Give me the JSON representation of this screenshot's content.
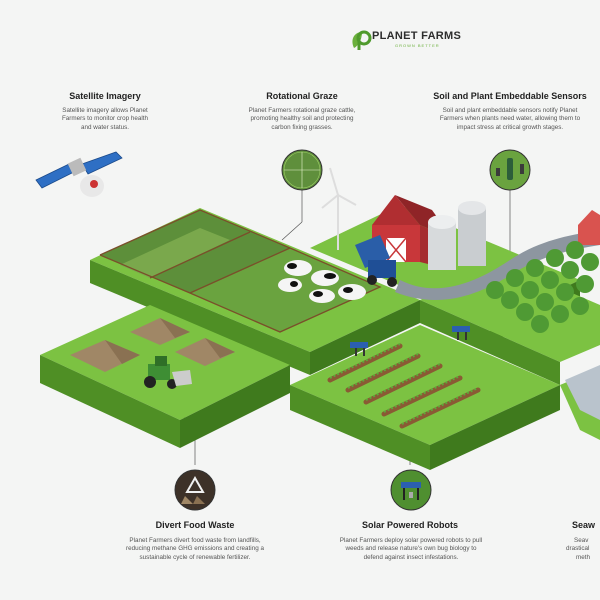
{
  "brand": {
    "name": "PLANET FARMS",
    "tagline": "GROWN BETTER",
    "color": "#6bb03c"
  },
  "features": {
    "satellite": {
      "title": "Satellite Imagery",
      "line1": "Satellite imagery allows Planet",
      "line2": "Farmers to monitor crop health",
      "line3": "and water status."
    },
    "graze": {
      "title": "Rotational Graze",
      "line1": "Planet Farmers rotational graze cattle,",
      "line2": "promoting healthy soil and protecting",
      "line3": "carbon fixing grasses."
    },
    "sensors": {
      "title": "Soil and Plant Embeddable Sensors",
      "line1": "Soil and plant embeddable sensors notify Planet",
      "line2": "Farmers when plants need water, allowing them to",
      "line3": "impact stress at critical growth stages."
    },
    "waste": {
      "title": "Divert Food Waste",
      "line1": "Planet Farmers divert food waste from landfills,",
      "line2": "reducing methane GHG emissions and creating a",
      "line3": "sustainable cycle of renewable fertilizer."
    },
    "robots": {
      "title": "Solar Powered Robots",
      "line1": "Planet Farmers deploy solar powered robots to pull",
      "line2": "weeds and release nature's own bug biology to",
      "line3": "defend against insect infestations."
    },
    "seaweed": {
      "title": "Seaw",
      "line1": "Seav",
      "line2": "drastical",
      "line3": "meth"
    }
  },
  "icons": {
    "logo": "leaf-p-logo-icon",
    "satellite": "satellite-icon",
    "cattle": "cattle-icon",
    "sensor": "soil-sensor-icon",
    "recycle": "recycle-icon",
    "robot": "solar-robot-icon"
  },
  "colors": {
    "grass": "#7cc242",
    "grass_side": "#4f8f25",
    "barn": "#c8373a",
    "road": "#8d96a0",
    "caption_title": "#222222",
    "caption_body": "#555555"
  }
}
